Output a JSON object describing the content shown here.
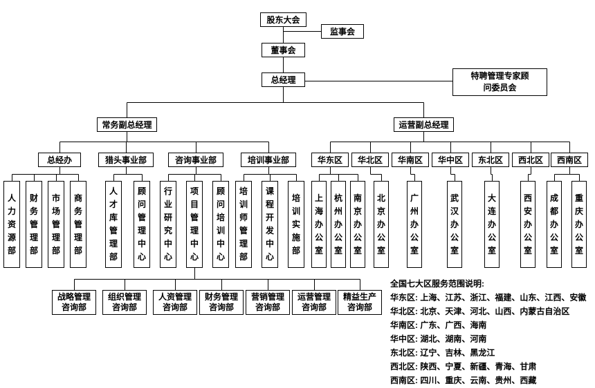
{
  "colors": {
    "box_border": "#000000",
    "line": "#000000",
    "background": "#ffffff",
    "text": "#000000"
  },
  "org": {
    "top": {
      "shareholders": "股东大会",
      "supervisory_board": "监事会",
      "board_of_directors": "董事会",
      "general_manager": "总经理",
      "advisory_committee": "特聘管理专家顾问委员会"
    },
    "deputies": {
      "executive": "常务副总经理",
      "operations": "运营副总经理"
    },
    "divisions": [
      "总经办",
      "猎头事业部",
      "咨询事业部",
      "培训事业部"
    ],
    "gm_office_depts": [
      "人力资源部",
      "财务管理部",
      "市场管理部",
      "商务管理部"
    ],
    "headhunting_depts": [
      "人才库管理部",
      "顾问管理中心"
    ],
    "consulting_centers": [
      "行业研究中心",
      "项目管理中心",
      "顾问培训中心"
    ],
    "training_depts": [
      "培训师管理部",
      "课程开发中心",
      "培训实施部"
    ],
    "regions": [
      "华东区",
      "华北区",
      "华南区",
      "华中区",
      "东北区",
      "西北区",
      "西南区"
    ],
    "offices": [
      "上海办公室",
      "杭州办公室",
      "南京办公室",
      "北京办公室",
      "广州办公室",
      "武汉办公室",
      "大连办公室",
      "西安办公室",
      "成都办公室",
      "重庆办公室"
    ],
    "consulting_depts": [
      [
        "战略管理",
        "咨询部"
      ],
      [
        "组织管理",
        "咨询部"
      ],
      [
        "人资管理",
        "咨询部"
      ],
      [
        "财务管理",
        "咨询部"
      ],
      [
        "营销管理",
        "咨询部"
      ],
      [
        "运营管理",
        "咨询部"
      ],
      [
        "精益生产",
        "咨询部"
      ]
    ]
  },
  "legend": {
    "title": "全国七大区服务范围说明:",
    "lines": [
      "华东区: 上海、江苏、浙江、福建、山东、江西、安徽",
      "华北区: 北京、天津、河北、山西、内蒙古自治区",
      "华南区: 广东、广西、海南",
      "华中区: 湖北、湖南、河南",
      "东北区: 辽宁、吉林、黑龙江",
      "西北区: 陕西、宁夏、新疆、青海、甘肃",
      "西南区: 四川、重庆、云南、贵州、西藏"
    ]
  }
}
